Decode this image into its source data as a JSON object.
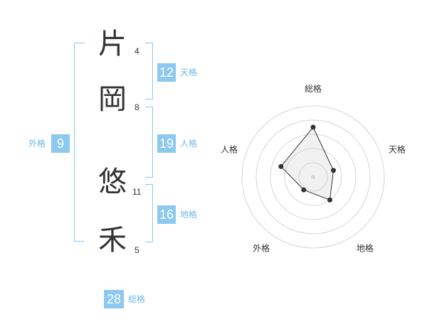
{
  "name": {
    "chars": [
      {
        "char": "片",
        "strokes": "4"
      },
      {
        "char": "岡",
        "strokes": "8"
      },
      {
        "char": "悠",
        "strokes": "11"
      },
      {
        "char": "禾",
        "strokes": "5"
      }
    ]
  },
  "kaku": {
    "ten": {
      "value": "12",
      "label": "天格"
    },
    "jin": {
      "value": "19",
      "label": "人格"
    },
    "chi": {
      "value": "16",
      "label": "地格"
    },
    "gai": {
      "value": "9",
      "label": "外格"
    },
    "sou": {
      "value": "28",
      "label": "総格"
    }
  },
  "chart_data": {
    "type": "radar",
    "axes": [
      "総格",
      "天格",
      "地格",
      "外格",
      "人格"
    ],
    "values": [
      28,
      12,
      16,
      9,
      19
    ],
    "rings": 5,
    "grid": true
  },
  "colors": {
    "accent": "#8cc8f0",
    "label": "#6fb9e8",
    "text": "#333333"
  }
}
